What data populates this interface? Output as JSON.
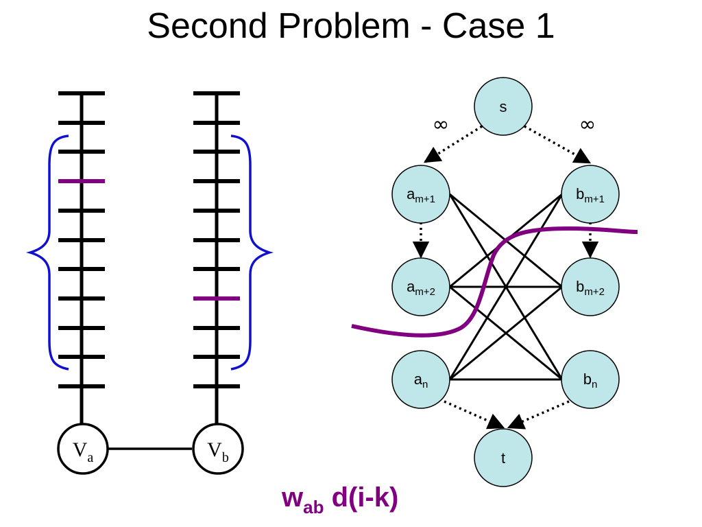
{
  "title": "Second Problem - Case 1",
  "colors": {
    "node_fill": "#bfe6e8",
    "brace": "#1010d0",
    "highlight": "#800080",
    "line": "#000000"
  },
  "left_graph": {
    "v_a": {
      "base": "V",
      "sub": "a"
    },
    "v_b": {
      "base": "V",
      "sub": "b"
    }
  },
  "flow_graph": {
    "source": "s",
    "sink": "t",
    "infinity_left": "∞",
    "infinity_right": "∞",
    "nodes": {
      "a_m1": {
        "base": "a",
        "sub": "m+1"
      },
      "a_m2": {
        "base": "a",
        "sub": "m+2"
      },
      "a_n": {
        "base": "a",
        "sub": "n"
      },
      "b_m1": {
        "base": "b",
        "sub": "m+1"
      },
      "b_m2": {
        "base": "b",
        "sub": "m+2"
      },
      "b_n": {
        "base": "b",
        "sub": "n"
      }
    }
  },
  "formula": {
    "w": "w",
    "sub": "ab",
    "rest": " d(i-k)"
  }
}
